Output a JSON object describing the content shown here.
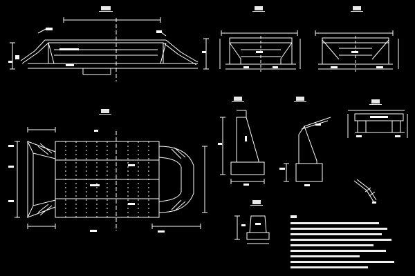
{
  "drawing": {
    "views": [
      {
        "name": "elevation",
        "title": ""
      },
      {
        "name": "section-a",
        "title": ""
      },
      {
        "name": "section-b",
        "title": ""
      },
      {
        "name": "plan",
        "title": ""
      },
      {
        "name": "wall-section-1",
        "title": ""
      },
      {
        "name": "wall-section-2",
        "title": ""
      },
      {
        "name": "slab-detail",
        "title": ""
      },
      {
        "name": "footing-detail",
        "title": ""
      },
      {
        "name": "parapet-detail",
        "title": ""
      },
      {
        "name": "notes",
        "title": ""
      }
    ],
    "colors": {
      "background": "#000000",
      "lines": "#ffffff",
      "text_bars": "#e8e8e8"
    }
  }
}
